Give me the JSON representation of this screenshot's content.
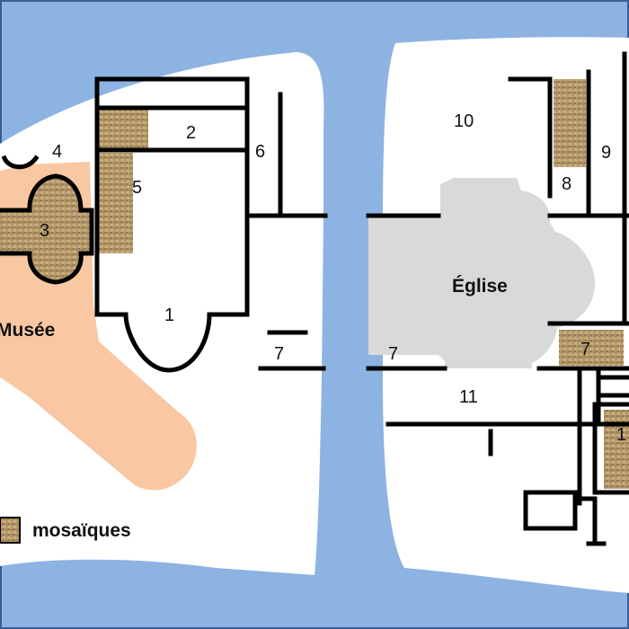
{
  "colors": {
    "water": "#8db3e2",
    "land": "#ffffff",
    "museum": "#f9c7a1",
    "church": "#d9d9d9",
    "walls": "#000000",
    "mosaic": "#b59a6c"
  },
  "labels": {
    "room1": "1",
    "room2": "2",
    "room3": "3",
    "room4": "4",
    "room5": "5",
    "room6": "6",
    "room7a": "7",
    "room7b": "7",
    "room7c": "7",
    "room8": "8",
    "room9": "9",
    "room10": "10",
    "room11": "11",
    "room1b": "1",
    "museum": "Musée",
    "church": "Église"
  },
  "legend": {
    "label": "mosaïques"
  }
}
